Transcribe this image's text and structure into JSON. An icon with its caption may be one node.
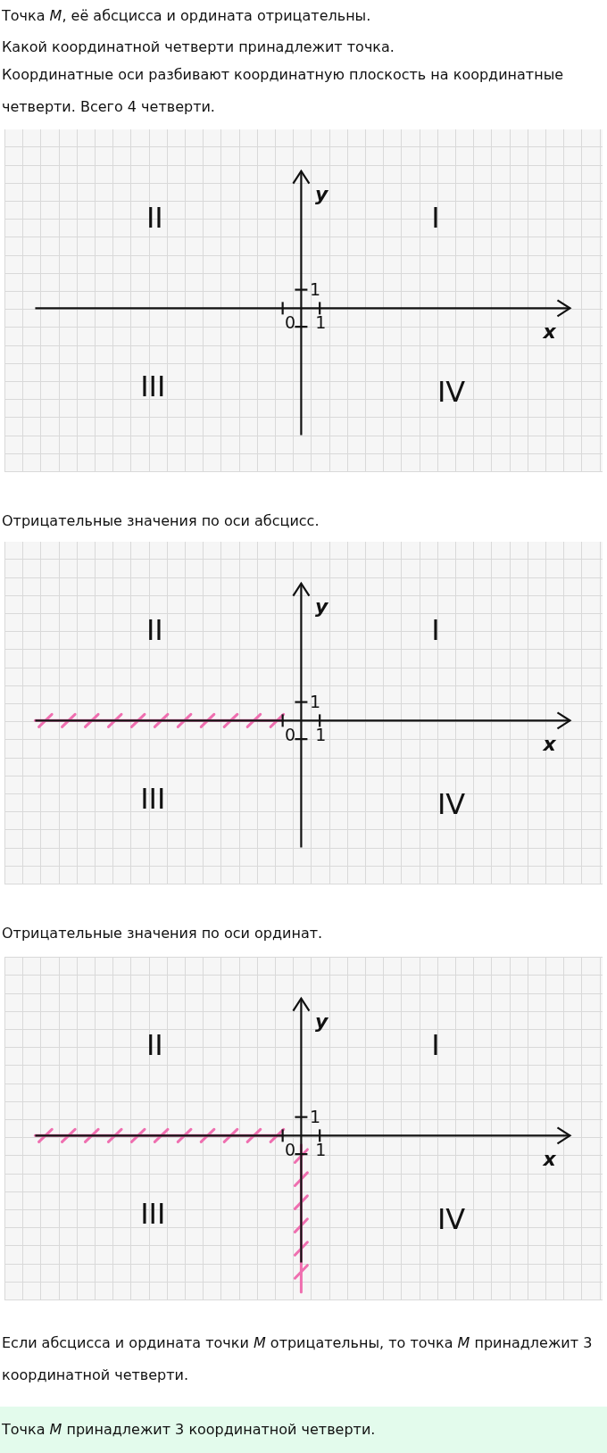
{
  "diagram": {
    "labels": [
      "Точка *M*, её абсцисса и ордината отрицательны.",
      "Какой координатной четверти принадлежит точка.",
      "Координатные оси разбивают координатную плоскость на координатные четверти. Всего 4 четверти.",
      "y",
      "II",
      "I",
      "1",
      "0",
      "1",
      "x",
      "III",
      "IV",
      "Отрицательные значения по оси абсцисс.",
      "y",
      "II",
      "I",
      "1",
      "0",
      "1",
      "x",
      "III",
      "IV",
      "Отрицательные значения по оси ординат.",
      "y",
      "II",
      "I",
      "1",
      "0",
      "1",
      "x",
      "III",
      "IV",
      "Если абсцисса и ордината точки *M* отрицательны, то точка *M* принадлежит 3 координатной четверти.",
      "Точка *M* принадлежит 3 координатной четверти."
    ]
  }
}
